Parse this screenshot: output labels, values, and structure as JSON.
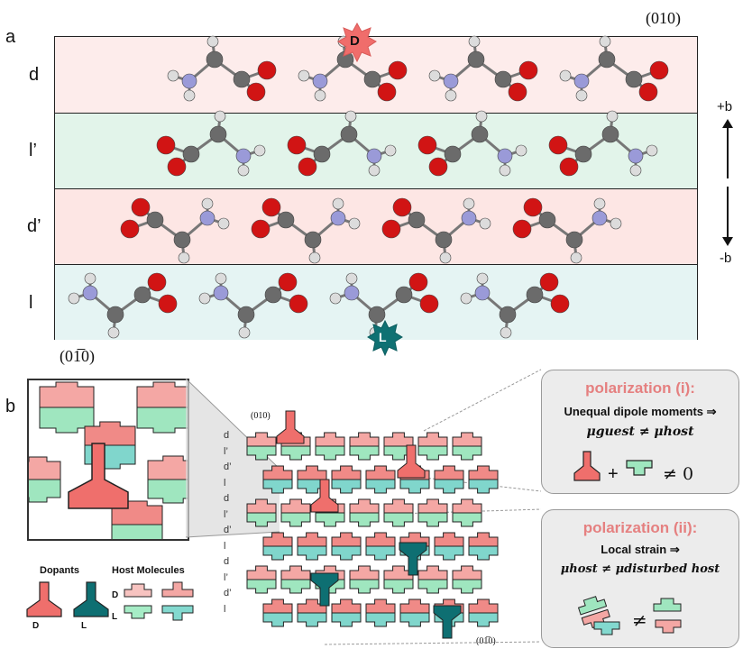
{
  "panel_a": {
    "label": "a",
    "top_index": "(010)",
    "bottom_index": "(01̅0)",
    "rows": [
      {
        "label": "d",
        "color": "#fcebe8"
      },
      {
        "label": "l’",
        "color": "#e3f4ec"
      },
      {
        "label": "d’",
        "color": "#fce6e4"
      },
      {
        "label": "l",
        "color": "#e6f5f4"
      }
    ],
    "dopant_top": "D",
    "dopant_bottom": "L",
    "arrow_up": "+b",
    "arrow_down": "-b"
  },
  "panel_b": {
    "label": "b",
    "lattice_top_index": "(010)",
    "lattice_bottom_index": "(01̅0)",
    "row_labels": [
      "d",
      "l’",
      "d’",
      "l",
      "d",
      "l’",
      "d’",
      "l",
      "d",
      "l’",
      "d’",
      "l"
    ],
    "legend": {
      "dopants_title": "Dopants",
      "host_title": "Host Molecules",
      "dopant_d": "D",
      "dopant_l": "L",
      "host_d": "D",
      "host_l": "L"
    },
    "polarization_i": {
      "title": "polarization (i):",
      "line1": "Unequal dipole moments ⇒",
      "equation": "μguest ≠ μhost",
      "sum": "+",
      "neq_zero": "≠ 0"
    },
    "polarization_ii": {
      "title": "polarization (ii):",
      "line1": "Local strain ⇒",
      "equation": "μhost ≠ μdisturbed host",
      "neq": "≠"
    }
  },
  "colors": {
    "pink": "#f4a7a4",
    "pink_dark": "#f08a87",
    "green": "#9fe6bf",
    "teal": "#80d6cc",
    "dopant_d": "#ef6f6c",
    "dopant_l": "#0e6f72",
    "carbon": "#6b6b6b",
    "oxygen": "#d11414",
    "nitrogen": "#9a9ad8",
    "hydrogen": "#dcdcdc"
  }
}
